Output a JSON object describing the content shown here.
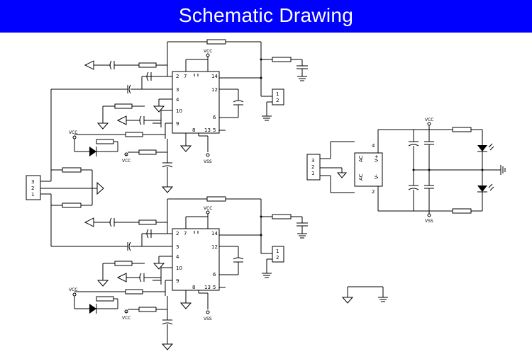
{
  "title": "Schematic Drawing",
  "colors": {
    "header": "#0000ff",
    "title": "#ffffff",
    "wire": "#000000"
  },
  "labels": {
    "vcc": "VCC",
    "vss": "VSS",
    "chip_pins_left": [
      "2",
      "3",
      "4",
      "10",
      "9"
    ],
    "chip_pins_right": [
      "14",
      "12",
      "6",
      "5"
    ],
    "chip_pins_top": [
      "7",
      "=",
      "="
    ],
    "chip_pins_bottom": [
      "8",
      "13"
    ],
    "connector_2pin": [
      "1",
      "2"
    ],
    "connector_3pin": [
      "3",
      "2",
      "1"
    ],
    "regulator": [
      "AC",
      "AC",
      "V+",
      "V-"
    ],
    "regulator_pins": [
      "4",
      "2"
    ]
  }
}
